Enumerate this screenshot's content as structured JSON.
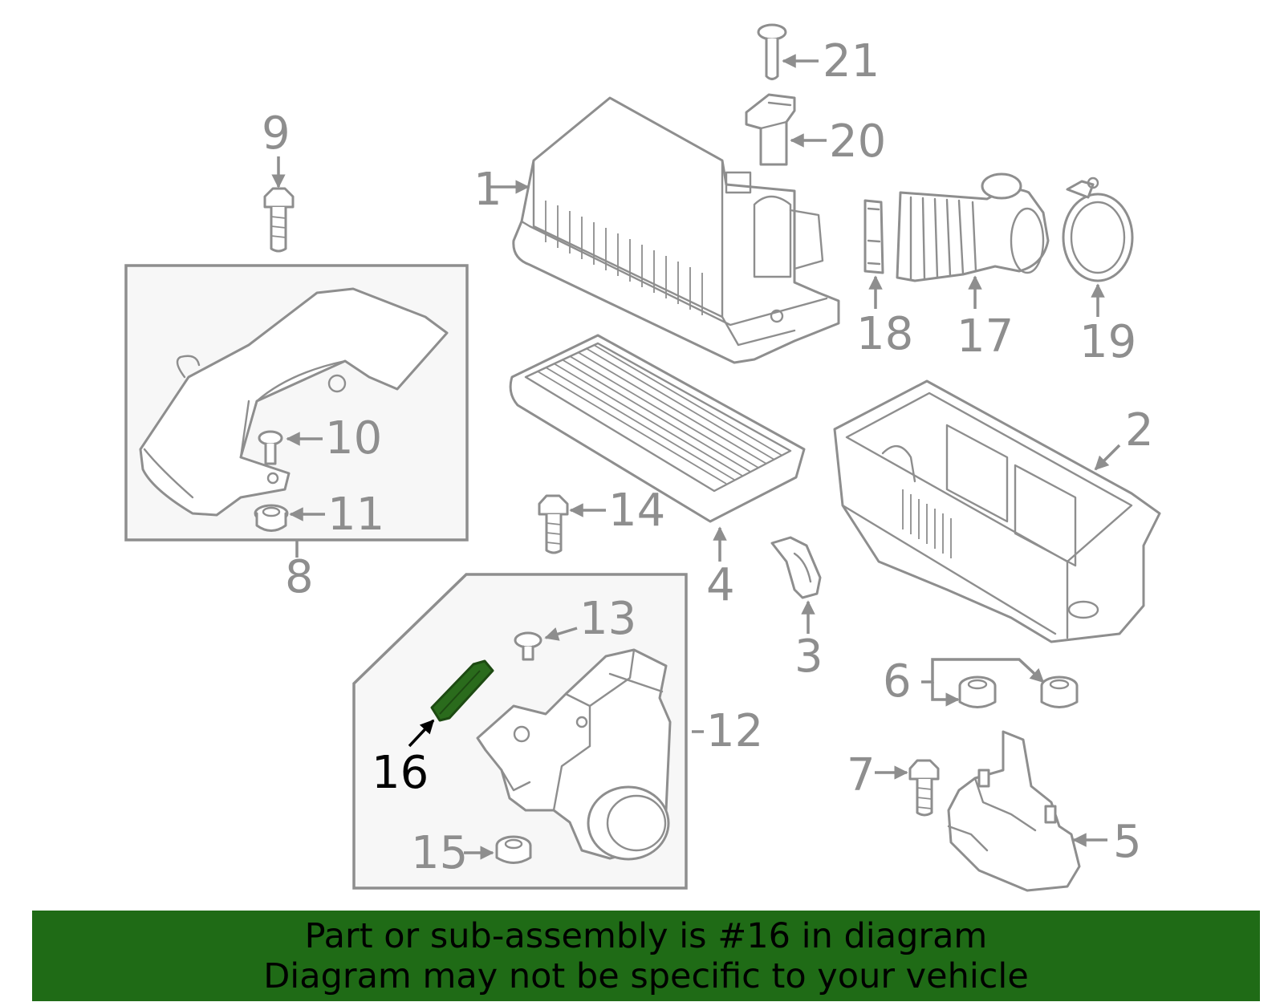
{
  "callouts": {
    "c1": "1",
    "c2": "2",
    "c3": "3",
    "c4": "4",
    "c5": "5",
    "c6": "6",
    "c7": "7",
    "c8": "8",
    "c9": "9",
    "c10": "10",
    "c11": "11",
    "c12": "12",
    "c13": "13",
    "c14": "14",
    "c15": "15",
    "c16": "16",
    "c17": "17",
    "c18": "18",
    "c19": "19",
    "c20": "20",
    "c21": "21"
  },
  "highlighted_part": "16",
  "colors": {
    "line_art": "#8e8e8e",
    "highlight_part": "#2a6b1c",
    "banner_background": "#1f6b16",
    "banner_text": "#000000"
  },
  "banner": {
    "line1": "Part or sub-assembly is #16 in diagram",
    "line2": "Diagram may not be specific to your vehicle"
  }
}
